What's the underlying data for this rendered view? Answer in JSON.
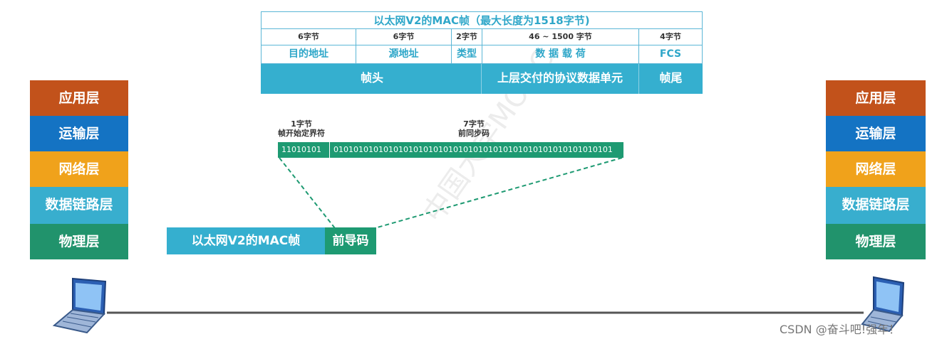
{
  "frame": {
    "title": "以太网V2的MAC帧（最大长度为1518字节)",
    "sizes": [
      "6字节",
      "6字节",
      "2字节",
      "46 ~ 1500 字节",
      "4字节"
    ],
    "fields": [
      "目的地址",
      "源地址",
      "类型",
      "数 据 载 荷",
      "FCS"
    ],
    "band": {
      "header": "帧头",
      "payload": "上层交付的协议数据单元",
      "trailer": "帧尾"
    }
  },
  "preamble": {
    "sfd_size": "1字节",
    "sfd_name": "帧开始定界符",
    "sfd_bits": "11010101",
    "sync_size": "7字节",
    "sync_name": "前同步码",
    "sync_bits": "01010101010101010101010101010101010101010101010101010101"
  },
  "bottom_frame": {
    "mac": "以太网V2的MAC帧",
    "preamble": "前导码"
  },
  "stack_left": [
    "应用层",
    "运输层",
    "网络层",
    "数据链路层",
    "物理层"
  ],
  "stack_right": [
    "应用层",
    "运输层",
    "网络层",
    "数据链路层",
    "物理层"
  ],
  "layer_colors": [
    "#c2521b",
    "#1473c3",
    "#f0a21b",
    "#38aece",
    "#21936c"
  ],
  "credit": "CSDN @奋斗吧!强年！",
  "watermark": "中国大学MOOC"
}
